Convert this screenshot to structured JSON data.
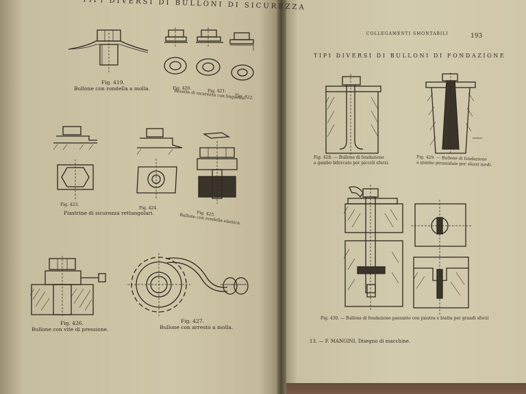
{
  "left_page": {
    "header": "TIPI DIVERSI DI BULLONI DI SICUREZZA",
    "figures": [
      {
        "number": "Fig. 419.",
        "caption": "Bullone con rondella a molla."
      },
      {
        "number": "Fig. 420.",
        "number2": "Fig. 421.",
        "number3": "Fig. 422.",
        "caption": "Rosette di sicurezza con linguetta."
      },
      {
        "number": "Fig. 423.",
        "number2": "Fig. 424.",
        "caption": "Piastrine di sicurezza rettangolari."
      },
      {
        "number": "Fig. 425.",
        "caption": "Bullone con rondella elastica."
      },
      {
        "number": "Fig. 426.",
        "caption": "Bullone con vite di pressione."
      },
      {
        "number": "Fig. 427.",
        "caption": "Bullone con arresto a molla."
      }
    ]
  },
  "right_page": {
    "running_head": "COLLEGAMENTI SMONTABILI",
    "page_number": "193",
    "header": "TIPI DIVERSI DI BULLONI DI FONDAZIONE",
    "figures": [
      {
        "caption_line1": "Fig. 428. — Bullone di fondazione",
        "caption_line2": "a gambo biforcato per piccoli sforzi."
      },
      {
        "caption_line1": "Fig. 429. — Bullone di fondazione",
        "caption_line2": "a gambo piramidale per sforzi medi."
      },
      {
        "caption_line1": "Fig. 430. — Bullone di fondazione passante con piastra e biatta per grandi sforzi"
      }
    ],
    "footer": "13. — F. MANGINI, Disegno di macchine."
  }
}
